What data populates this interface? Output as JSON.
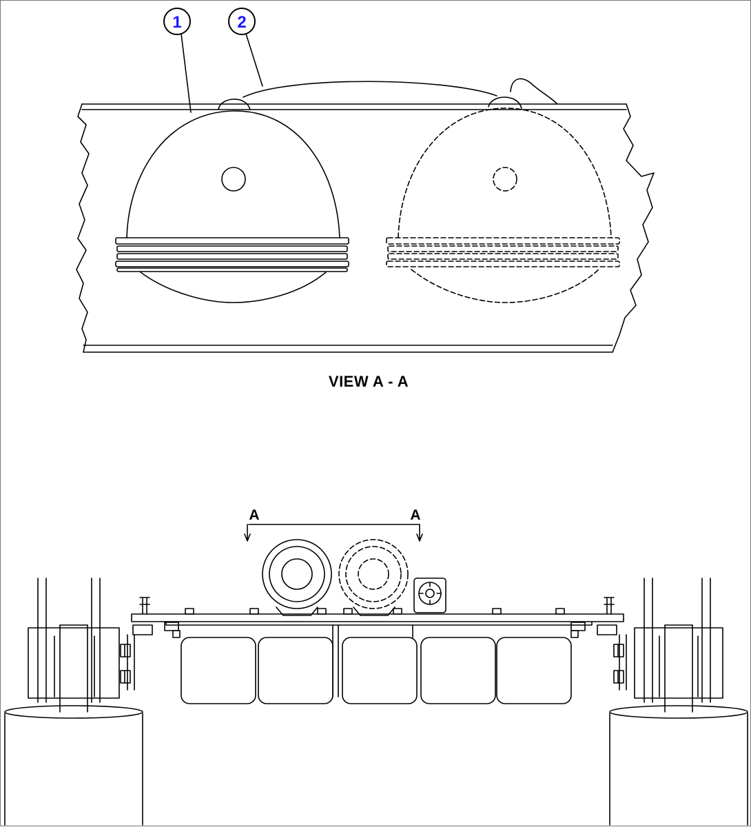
{
  "diagram": {
    "view_title": "VIEW A - A",
    "callouts": [
      {
        "number": "1"
      },
      {
        "number": "2"
      }
    ],
    "section_markers": {
      "left": "A",
      "right": "A"
    },
    "colors": {
      "line": "#000000",
      "callout_text": "#1a1aff",
      "background": "#ffffff"
    }
  }
}
